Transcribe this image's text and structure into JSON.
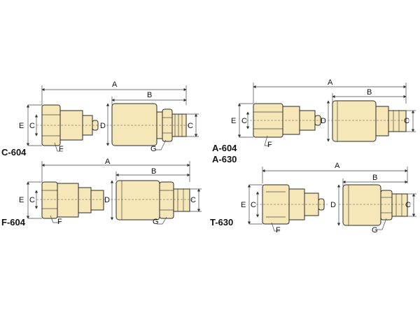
{
  "models": {
    "c604": "C-604",
    "a604": "A-604",
    "a630": "A-630",
    "f604": "F-604",
    "t630": "T-630"
  },
  "dims": {
    "A": "A",
    "B": "B",
    "C": "C",
    "D": "D",
    "E": "E",
    "F": "F",
    "G": "G"
  },
  "colors": {
    "body": "#f6e7b8",
    "outline": "#2a2a2a"
  }
}
